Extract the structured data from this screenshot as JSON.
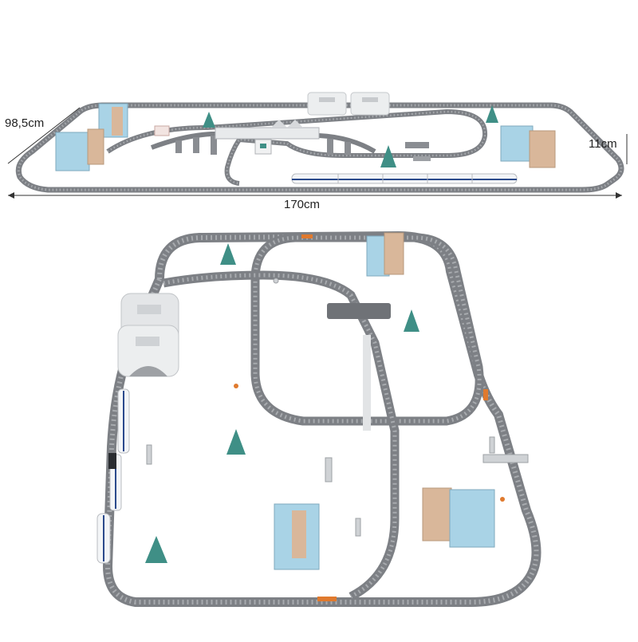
{
  "dimensions": {
    "depth": "98,5cm",
    "height": "11cm",
    "width": "170cm"
  },
  "scene": {
    "top_view": "angled perspective of train set layout",
    "bottom_view": "overhead view of train set layout",
    "colors": {
      "track": "#8a8d92",
      "track_dark": "#6f7277",
      "sleeper": "#a7aaae",
      "tree": "#3f8f86",
      "building_blue": "#a9d3e6",
      "building_tan": "#d9b79a",
      "tunnel": "#e4e6e8",
      "train": "#f3f5f7",
      "train_stripe": "#2b4a8c",
      "accent_orange": "#e07a2e"
    }
  }
}
